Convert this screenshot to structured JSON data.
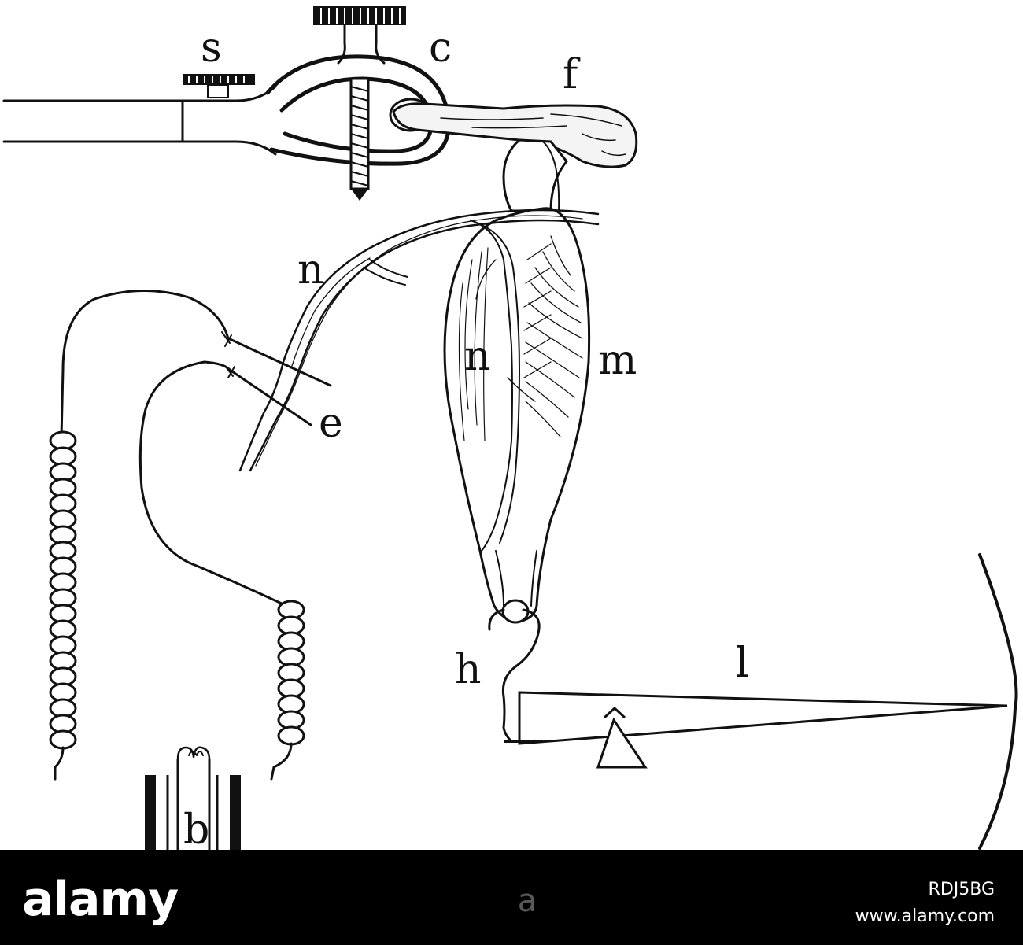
{
  "figure": {
    "labels": {
      "s": "s",
      "c": "c",
      "f": "f",
      "n_upper": "n",
      "n_lower": "n",
      "m": "m",
      "e": "e",
      "h": "h",
      "l": "l",
      "b": "b"
    }
  },
  "watermark": {
    "logo": "alamy",
    "mid_logo": "a",
    "image_code": "RDJ5BG",
    "url": "www.alamy.com"
  }
}
